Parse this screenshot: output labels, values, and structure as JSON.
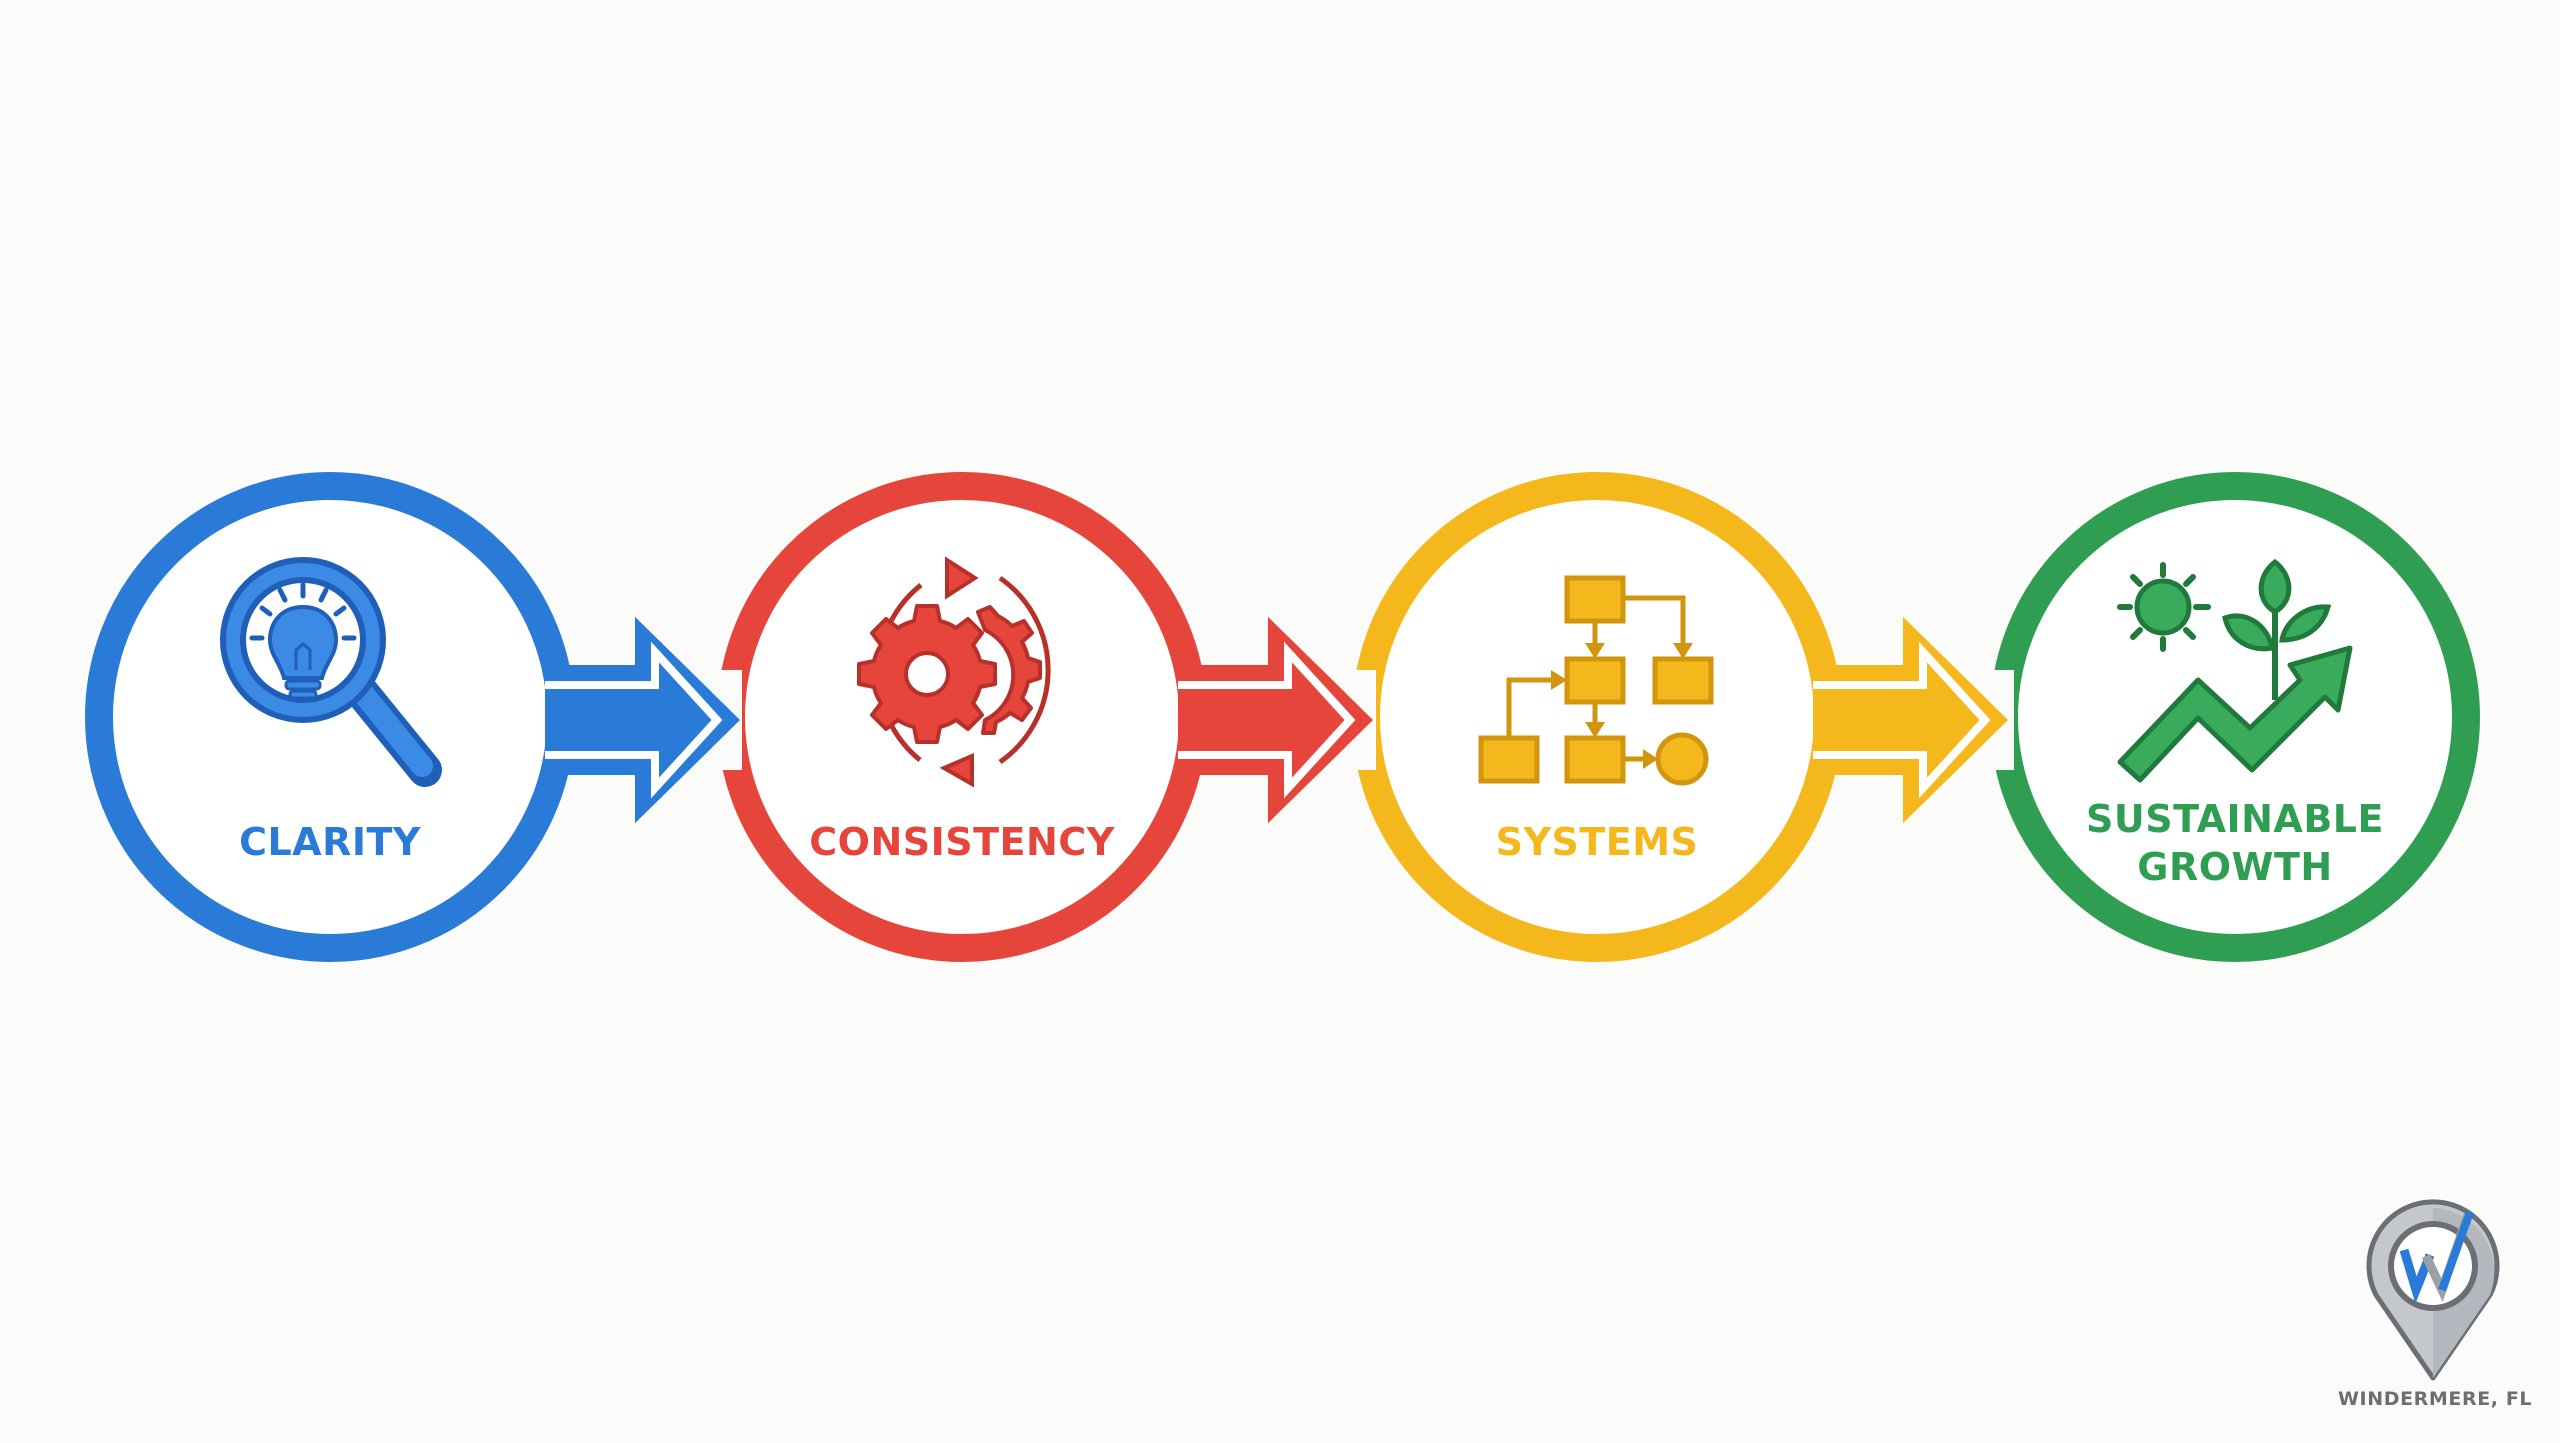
{
  "diagram": {
    "type": "process-flow",
    "colors": {
      "background": "#fbfbfa",
      "blue": "#2a7ad8",
      "blue_dark": "#1f5fb8",
      "red": "#e5453a",
      "red_dark": "#b8302a",
      "yellow": "#f5b81c",
      "yellow_dark": "#d1960e",
      "green": "#2f9e52",
      "green_dark": "#1f7a3c"
    },
    "stages": [
      {
        "label": "CLARITY",
        "label_line2": "",
        "icon": "magnifier-lightbulb-icon",
        "color": "#2a7ad8"
      },
      {
        "label": "CONSISTENCY",
        "label_line2": "",
        "icon": "gears-cycle-icon",
        "color": "#e5453a"
      },
      {
        "label": "SYSTEMS",
        "label_line2": "",
        "icon": "flowchart-icon",
        "color": "#f5b81c"
      },
      {
        "label": "SUSTAINABLE",
        "label_line2": "GROWTH",
        "icon": "growth-plant-icon",
        "color": "#2f9e52"
      }
    ],
    "connectors": [
      {
        "from": "CLARITY",
        "to": "CONSISTENCY",
        "icon": "arrow-right-icon"
      },
      {
        "from": "CONSISTENCY",
        "to": "SYSTEMS",
        "icon": "arrow-right-icon"
      },
      {
        "from": "SYSTEMS",
        "to": "SUSTAINABLE GROWTH",
        "icon": "arrow-right-icon"
      }
    ]
  },
  "branding": {
    "logo_icon": "map-pin-w-logo-icon",
    "location_text": "WINDERMERE, FL"
  }
}
